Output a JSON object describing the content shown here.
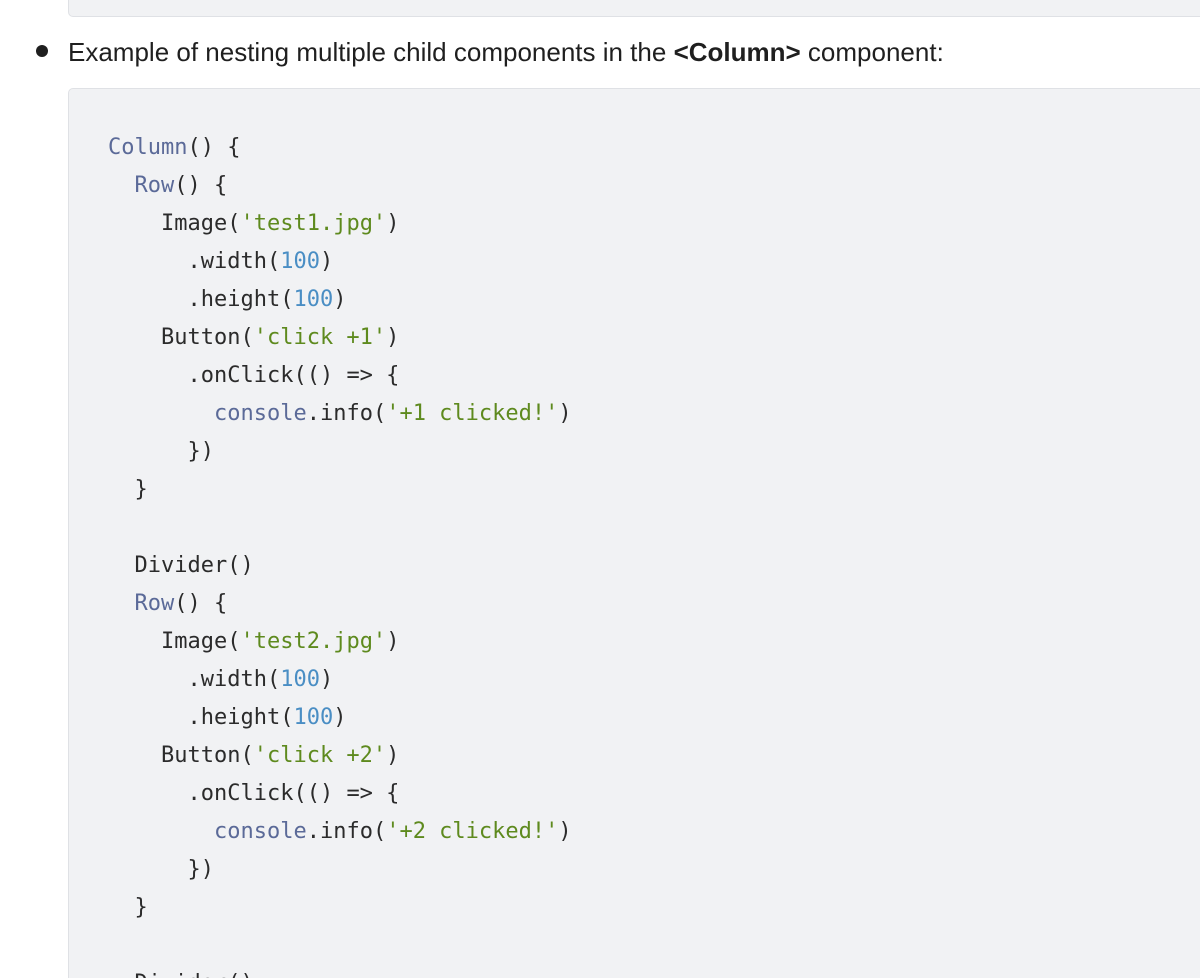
{
  "bullet": {
    "text_before": "Example of nesting multiple child components in the ",
    "text_bold": "<Column>",
    "text_after": " component:"
  },
  "code": {
    "language": "arkts",
    "lines": [
      {
        "indent": 0,
        "tokens": [
          {
            "t": "Column",
            "c": "kw"
          },
          {
            "t": "() {",
            "c": "punc"
          }
        ]
      },
      {
        "indent": 1,
        "tokens": [
          {
            "t": "Row",
            "c": "kw"
          },
          {
            "t": "() {",
            "c": "punc"
          }
        ]
      },
      {
        "indent": 2,
        "tokens": [
          {
            "t": "Image(",
            "c": "plain"
          },
          {
            "t": "'test1.jpg'",
            "c": "str"
          },
          {
            "t": ")",
            "c": "punc"
          }
        ]
      },
      {
        "indent": 3,
        "tokens": [
          {
            "t": ".width(",
            "c": "plain"
          },
          {
            "t": "100",
            "c": "num"
          },
          {
            "t": ")",
            "c": "punc"
          }
        ]
      },
      {
        "indent": 3,
        "tokens": [
          {
            "t": ".height(",
            "c": "plain"
          },
          {
            "t": "100",
            "c": "num"
          },
          {
            "t": ")",
            "c": "punc"
          }
        ]
      },
      {
        "indent": 2,
        "tokens": [
          {
            "t": "Button(",
            "c": "plain"
          },
          {
            "t": "'click +1'",
            "c": "str"
          },
          {
            "t": ")",
            "c": "punc"
          }
        ]
      },
      {
        "indent": 3,
        "tokens": [
          {
            "t": ".onClick(() => {",
            "c": "plain"
          }
        ]
      },
      {
        "indent": 4,
        "tokens": [
          {
            "t": "console",
            "c": "kw"
          },
          {
            "t": ".info(",
            "c": "plain"
          },
          {
            "t": "'+1 clicked!'",
            "c": "str"
          },
          {
            "t": ")",
            "c": "punc"
          }
        ]
      },
      {
        "indent": 3,
        "tokens": [
          {
            "t": "})",
            "c": "punc"
          }
        ]
      },
      {
        "indent": 1,
        "tokens": [
          {
            "t": "}",
            "c": "punc"
          }
        ]
      },
      {
        "indent": 0,
        "tokens": []
      },
      {
        "indent": 1,
        "tokens": [
          {
            "t": "Divider()",
            "c": "plain"
          }
        ]
      },
      {
        "indent": 1,
        "tokens": [
          {
            "t": "Row",
            "c": "kw"
          },
          {
            "t": "() {",
            "c": "punc"
          }
        ]
      },
      {
        "indent": 2,
        "tokens": [
          {
            "t": "Image(",
            "c": "plain"
          },
          {
            "t": "'test2.jpg'",
            "c": "str"
          },
          {
            "t": ")",
            "c": "punc"
          }
        ]
      },
      {
        "indent": 3,
        "tokens": [
          {
            "t": ".width(",
            "c": "plain"
          },
          {
            "t": "100",
            "c": "num"
          },
          {
            "t": ")",
            "c": "punc"
          }
        ]
      },
      {
        "indent": 3,
        "tokens": [
          {
            "t": ".height(",
            "c": "plain"
          },
          {
            "t": "100",
            "c": "num"
          },
          {
            "t": ")",
            "c": "punc"
          }
        ]
      },
      {
        "indent": 2,
        "tokens": [
          {
            "t": "Button(",
            "c": "plain"
          },
          {
            "t": "'click +2'",
            "c": "str"
          },
          {
            "t": ")",
            "c": "punc"
          }
        ]
      },
      {
        "indent": 3,
        "tokens": [
          {
            "t": ".onClick(() => {",
            "c": "plain"
          }
        ]
      },
      {
        "indent": 4,
        "tokens": [
          {
            "t": "console",
            "c": "kw"
          },
          {
            "t": ".info(",
            "c": "plain"
          },
          {
            "t": "'+2 clicked!'",
            "c": "str"
          },
          {
            "t": ")",
            "c": "punc"
          }
        ]
      },
      {
        "indent": 3,
        "tokens": [
          {
            "t": "})",
            "c": "punc"
          }
        ]
      },
      {
        "indent": 1,
        "tokens": [
          {
            "t": "}",
            "c": "punc"
          }
        ]
      },
      {
        "indent": 0,
        "tokens": []
      },
      {
        "indent": 1,
        "tokens": [
          {
            "t": "Divider()",
            "c": "plain"
          }
        ]
      }
    ]
  },
  "colors": {
    "code_background": "#f1f2f4",
    "keyword": "#5b6a98",
    "string": "#5e8a1e",
    "number": "#4a8ec4",
    "text": "#2b2b2b"
  }
}
